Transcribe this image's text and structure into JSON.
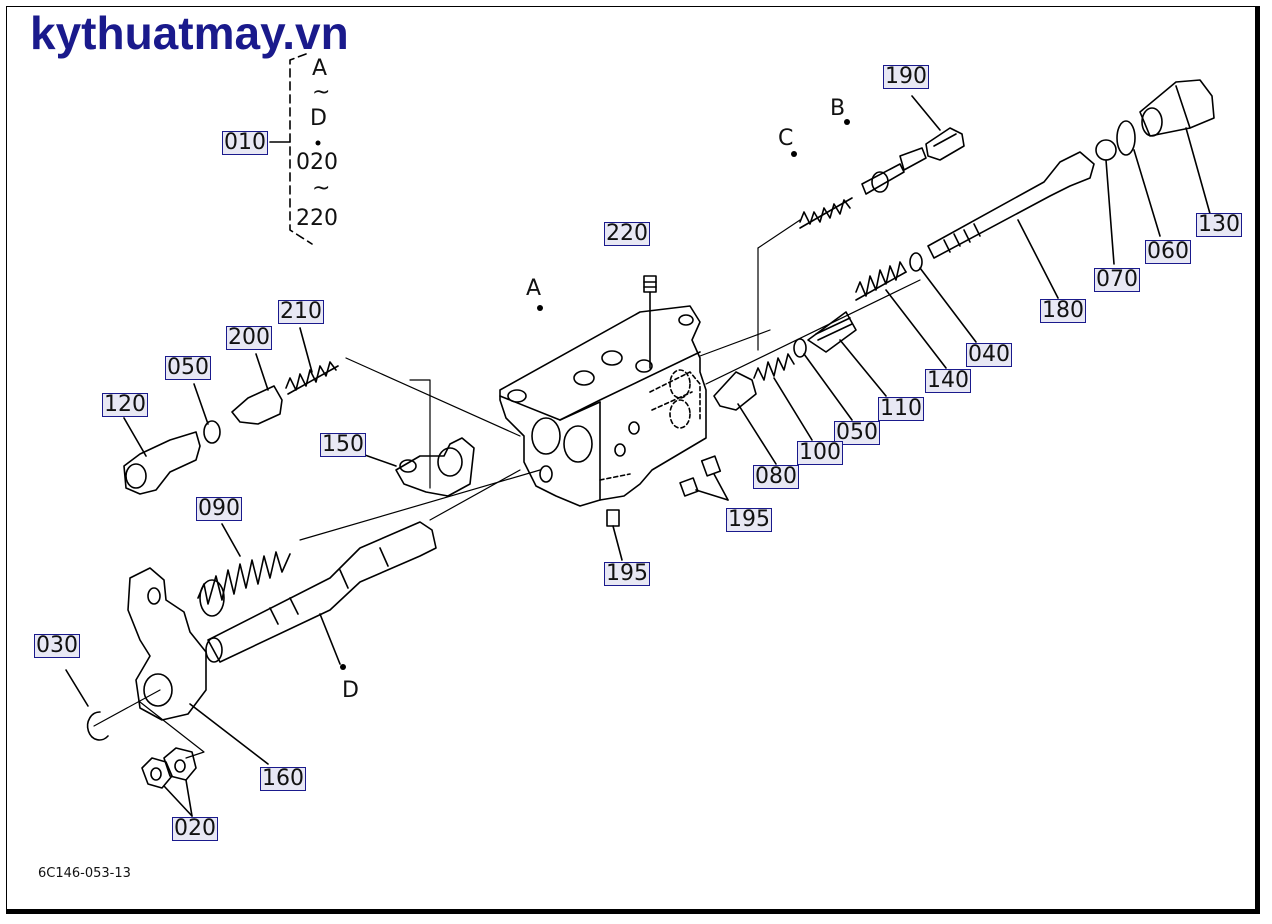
{
  "watermark": "kythuatmay.vn",
  "drawing_code": "6C146-053-13",
  "set_bracket": {
    "label": "010",
    "lines": [
      "A",
      "~",
      "D",
      "•",
      "020",
      "~",
      "220"
    ]
  },
  "markers": {
    "a": "A",
    "b": "B",
    "c": "C",
    "d": "D"
  },
  "parts": {
    "p190": "190",
    "p130": "130",
    "p060": "060",
    "p070": "070",
    "p180": "180",
    "p220": "220",
    "p040": "040",
    "p140": "140",
    "p110": "110",
    "p050b": "050",
    "p100": "100",
    "p080": "080",
    "p195a": "195",
    "p195b": "195",
    "p210": "210",
    "p200": "200",
    "p050a": "050",
    "p120": "120",
    "p150": "150",
    "p090": "090",
    "p030": "030",
    "p160": "160",
    "p020": "020"
  }
}
